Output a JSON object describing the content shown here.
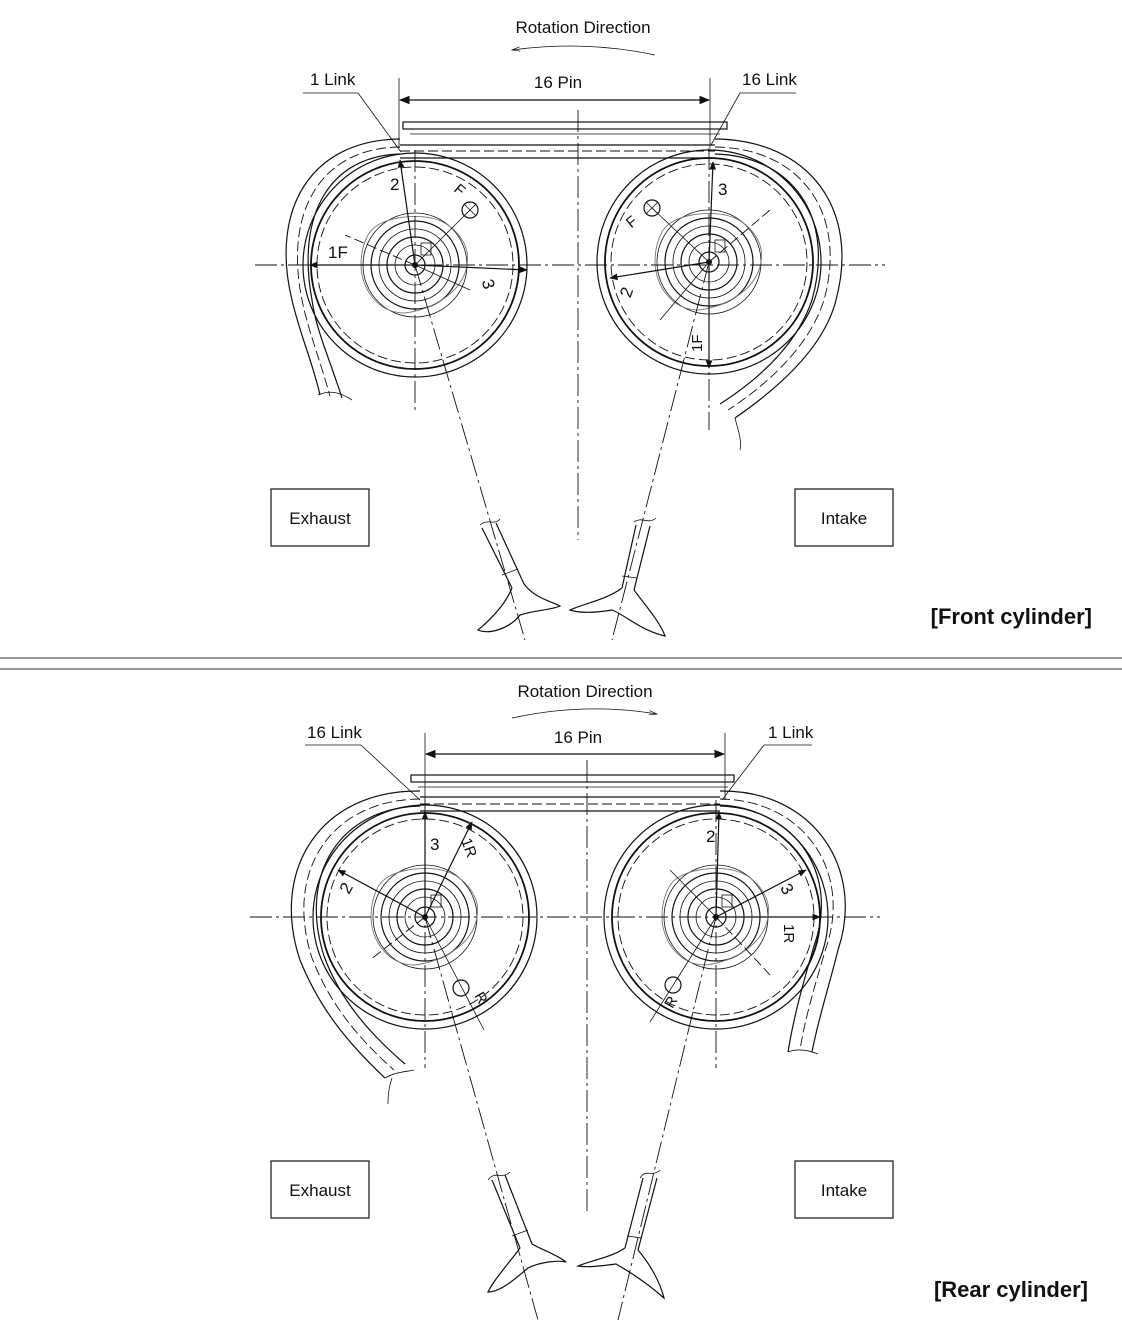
{
  "front": {
    "rotation_label": "Rotation Direction",
    "pin_label": "16 Pin",
    "left_link_label": "1 Link",
    "right_link_label": "16 Link",
    "exhaust_label": "Exhaust",
    "intake_label": "Intake",
    "title": "[Front cylinder]",
    "left_marks": [
      "2",
      "1F",
      "3",
      "F"
    ],
    "right_marks": [
      "3",
      "2",
      "1F",
      "F"
    ]
  },
  "rear": {
    "rotation_label": "Rotation Direction",
    "pin_label": "16 Pin",
    "left_link_label": "16 Link",
    "right_link_label": "1 Link",
    "exhaust_label": "Exhaust",
    "intake_label": "Intake",
    "title": "[Rear cylinder]",
    "left_marks": [
      "3",
      "2",
      "1R",
      "R"
    ],
    "right_marks": [
      "2",
      "3",
      "1R",
      "R"
    ]
  }
}
